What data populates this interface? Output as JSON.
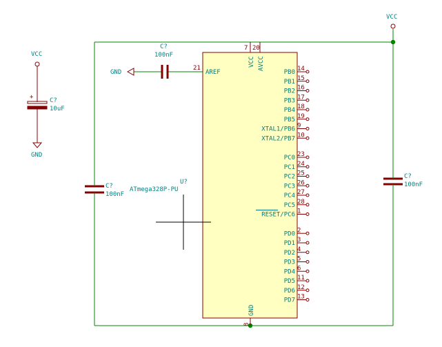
{
  "power": {
    "vcc_left": "VCC",
    "vcc_right": "VCC",
    "gnd_left": "GND",
    "gnd_aref": "GND"
  },
  "capacitors": {
    "c_pol": {
      "ref": "C?",
      "value": "10uF",
      "plus": "+"
    },
    "c_aref": {
      "ref": "C?",
      "value": "100nF"
    },
    "c_left": {
      "ref": "C?",
      "value": "100nF"
    },
    "c_right": {
      "ref": "C?",
      "value": "100nF"
    }
  },
  "ic": {
    "ref": "U?",
    "value": "ATmega328P-PU",
    "top_pins": [
      {
        "name": "VCC",
        "num": "7"
      },
      {
        "name": "AVCC",
        "num": "20"
      }
    ],
    "left_pins": [
      {
        "name": "AREF",
        "num": "21"
      }
    ],
    "bottom_pins": [
      {
        "name": "GND",
        "num": "8"
      }
    ],
    "right_pins": [
      {
        "name": "PB0",
        "num": "14"
      },
      {
        "name": "PB1",
        "num": "15"
      },
      {
        "name": "PB2",
        "num": "16"
      },
      {
        "name": "PB3",
        "num": "17"
      },
      {
        "name": "PB4",
        "num": "18"
      },
      {
        "name": "PB5",
        "num": "19"
      },
      {
        "name": "XTAL1/PB6",
        "num": "9"
      },
      {
        "name": "XTAL2/PB7",
        "num": "10"
      },
      {
        "name": "PC0",
        "num": "23"
      },
      {
        "name": "PC1",
        "num": "24"
      },
      {
        "name": "PC2",
        "num": "25"
      },
      {
        "name": "PC3",
        "num": "26"
      },
      {
        "name": "PC4",
        "num": "27"
      },
      {
        "name": "PC5",
        "num": "28"
      },
      {
        "name": "RESET/PC6",
        "num": "1"
      },
      {
        "name": "PD0",
        "num": "2"
      },
      {
        "name": "PD1",
        "num": "3"
      },
      {
        "name": "PD2",
        "num": "4"
      },
      {
        "name": "PD3",
        "num": "5"
      },
      {
        "name": "PD4",
        "num": "6"
      },
      {
        "name": "PD5",
        "num": "11"
      },
      {
        "name": "PD6",
        "num": "12"
      },
      {
        "name": "PD7",
        "num": "13"
      }
    ]
  }
}
